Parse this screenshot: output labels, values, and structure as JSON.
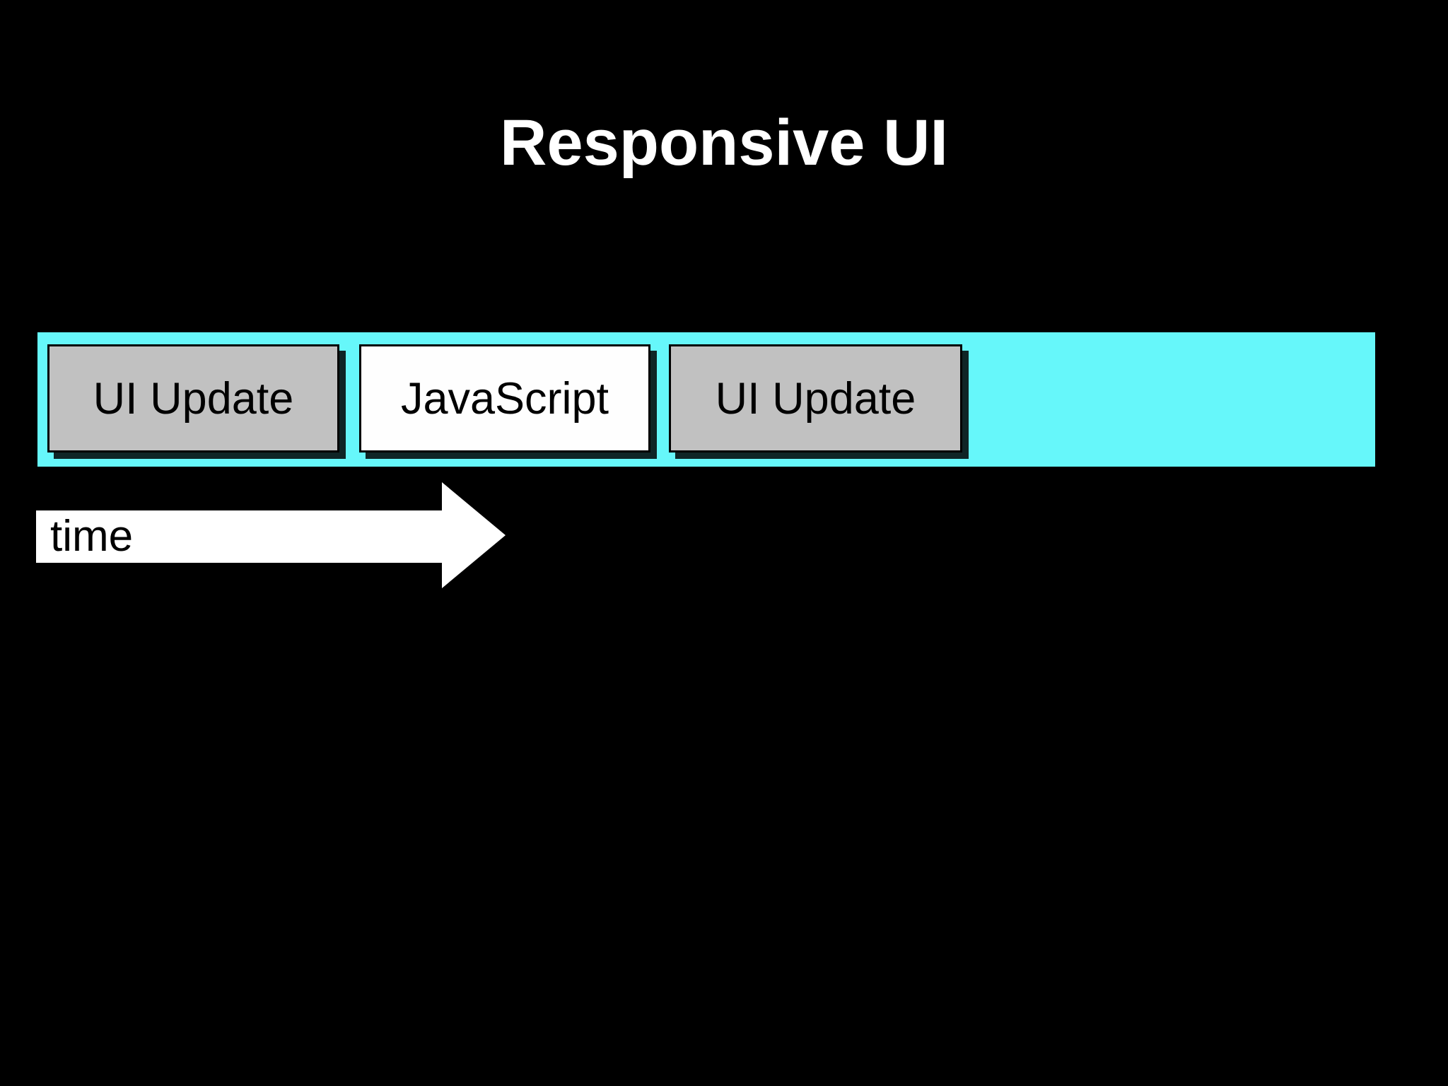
{
  "slide": {
    "title": "Responsive UI",
    "background_color": "#000000",
    "title_color": "#FFFFFF"
  },
  "timeline_bar": {
    "background_color": "#66F7FA",
    "segments": [
      {
        "label": "UI Update",
        "kind": "ui-update",
        "fill": "#C1C1C1",
        "text_color": "#000000"
      },
      {
        "label": "JavaScript",
        "kind": "javascript",
        "fill": "#FEFEFE",
        "text_color": "#000000"
      },
      {
        "label": "UI Update",
        "kind": "ui-update",
        "fill": "#C1C1C1",
        "text_color": "#000000"
      }
    ],
    "segment_border_color": "#000000",
    "segment_shadow_color": "#000000"
  },
  "time_axis": {
    "label": "time",
    "arrow_color": "#FFFFFF",
    "label_color": "#000000",
    "direction": "right"
  }
}
